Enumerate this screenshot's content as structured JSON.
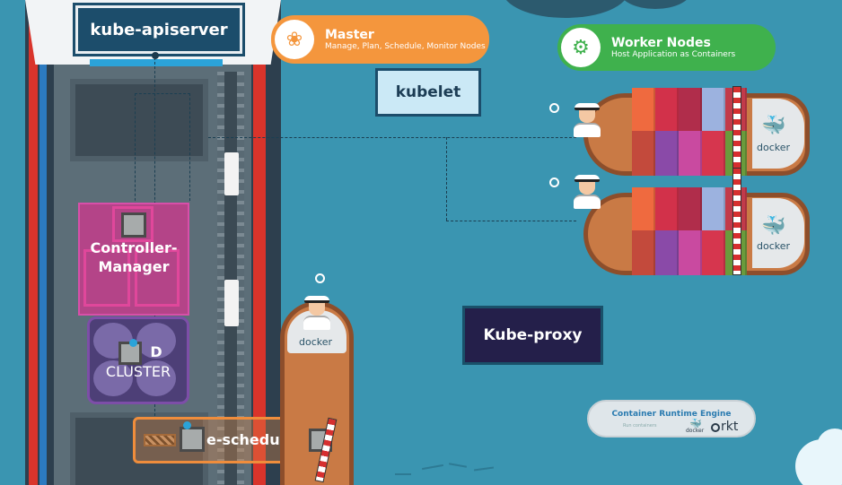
{
  "components": {
    "apiserver": "kube-apiserver",
    "kubelet": "kubelet",
    "kube_proxy": "Kube-proxy",
    "controller_manager": "Controller-\nManager",
    "etcd_line1": "D",
    "etcd_line2": "CLUSTER",
    "scheduler": "e-scheduler"
  },
  "master": {
    "title": "Master",
    "subtitle": "Manage, Plan, Schedule, Monitor Nodes",
    "icon": "brain-icon"
  },
  "worker_nodes": {
    "title": "Worker Nodes",
    "subtitle": "Host Application as Containers",
    "icon": "robot-icon"
  },
  "container_runtime": {
    "title": "Container Runtime Engine",
    "subtitle": "Run containers",
    "docker": "docker",
    "rkt": "rkt"
  },
  "ships": {
    "docker_label": "docker"
  },
  "colors": {
    "sea": "#3a95b1",
    "master_orange": "#f4963d",
    "worker_green": "#3fb14d",
    "controller_magenta": "#b44488",
    "etcd_purple": "#4d3f77",
    "proxy_navy": "#241f4a"
  }
}
